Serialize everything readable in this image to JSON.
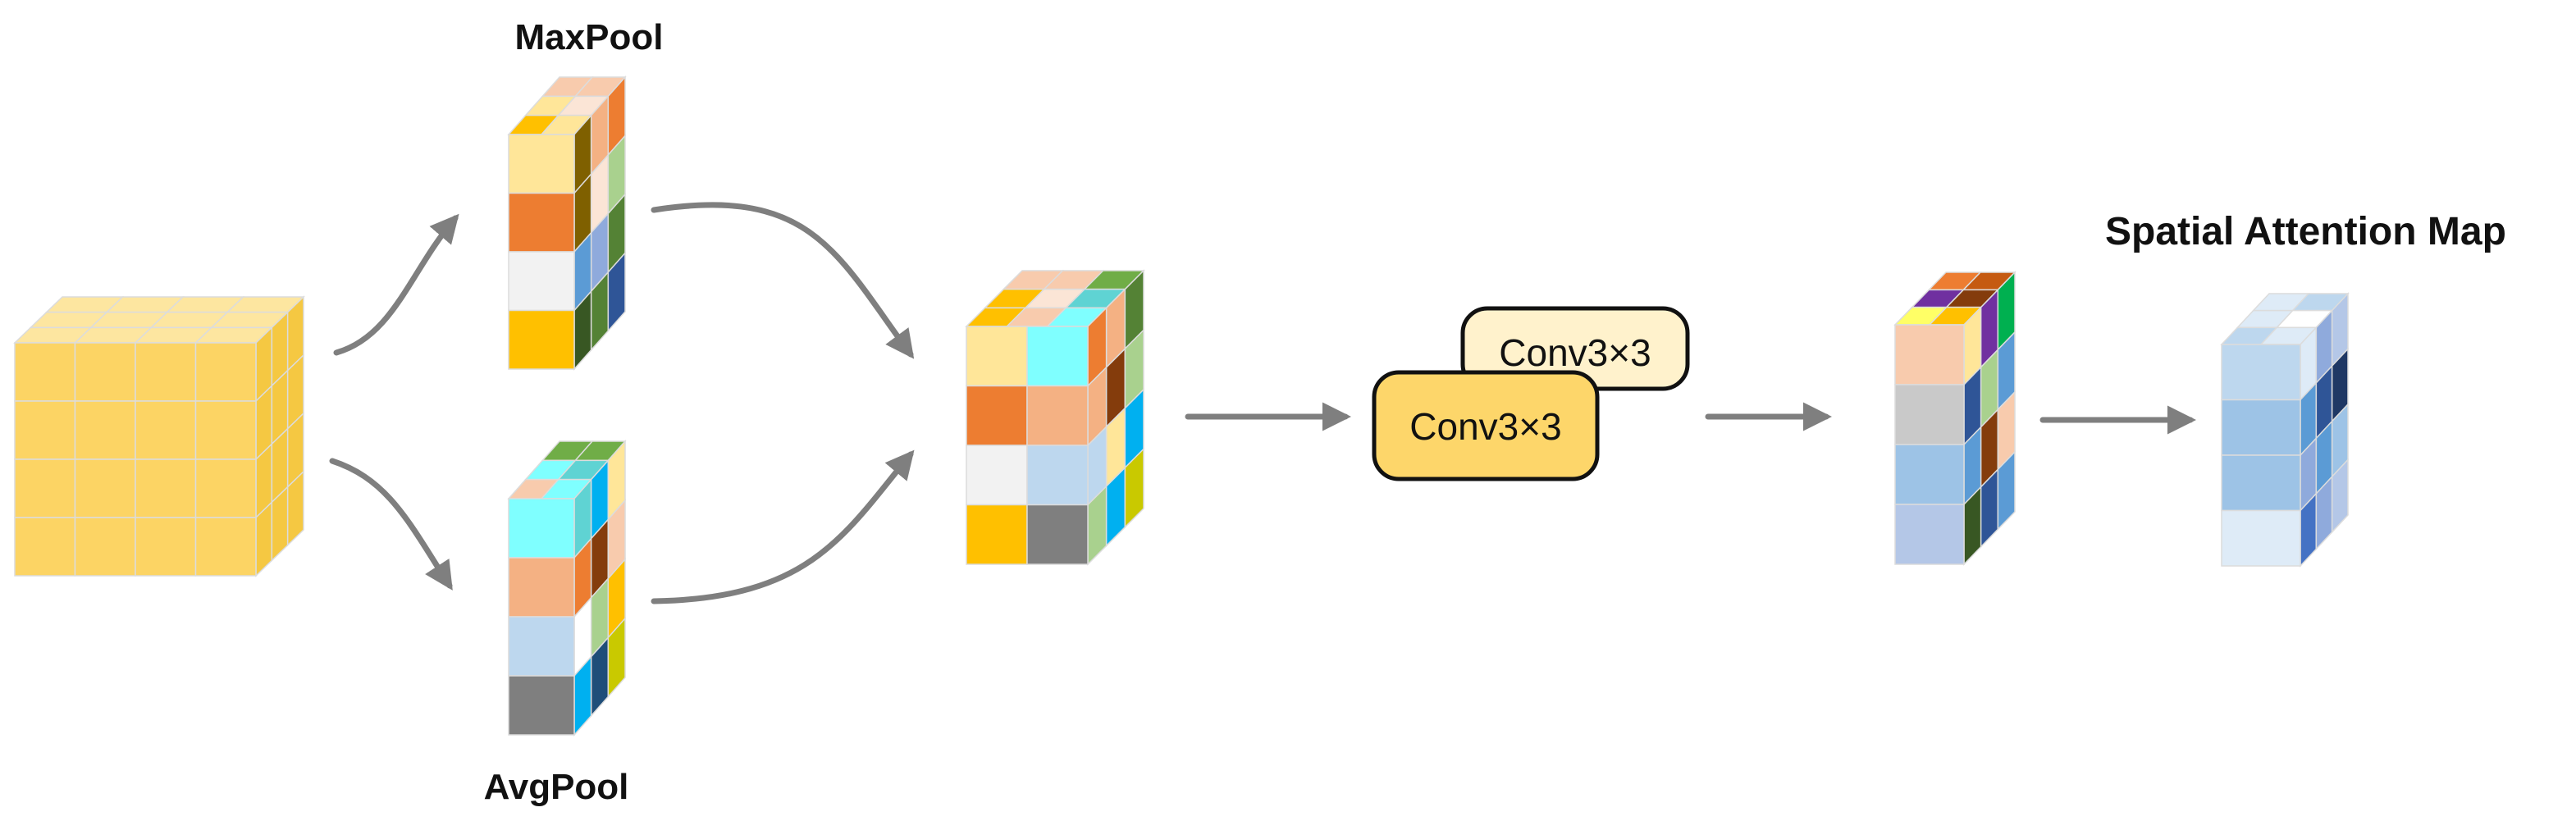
{
  "labels": {
    "maxpool": "MaxPool",
    "avgpool": "AvgPool",
    "spatial_attention_map": "Spatial Attention Map",
    "conv_back": "Conv3×3",
    "conv_front": "Conv3×3"
  },
  "colors": {
    "arrow": "#7f7f7f",
    "input_block": "#fcd464",
    "conv_back_fill": "#fff2cc",
    "conv_front_fill": "#fdd66a"
  },
  "icons": [
    "curved-arrow",
    "straight-arrow",
    "3d-block"
  ]
}
